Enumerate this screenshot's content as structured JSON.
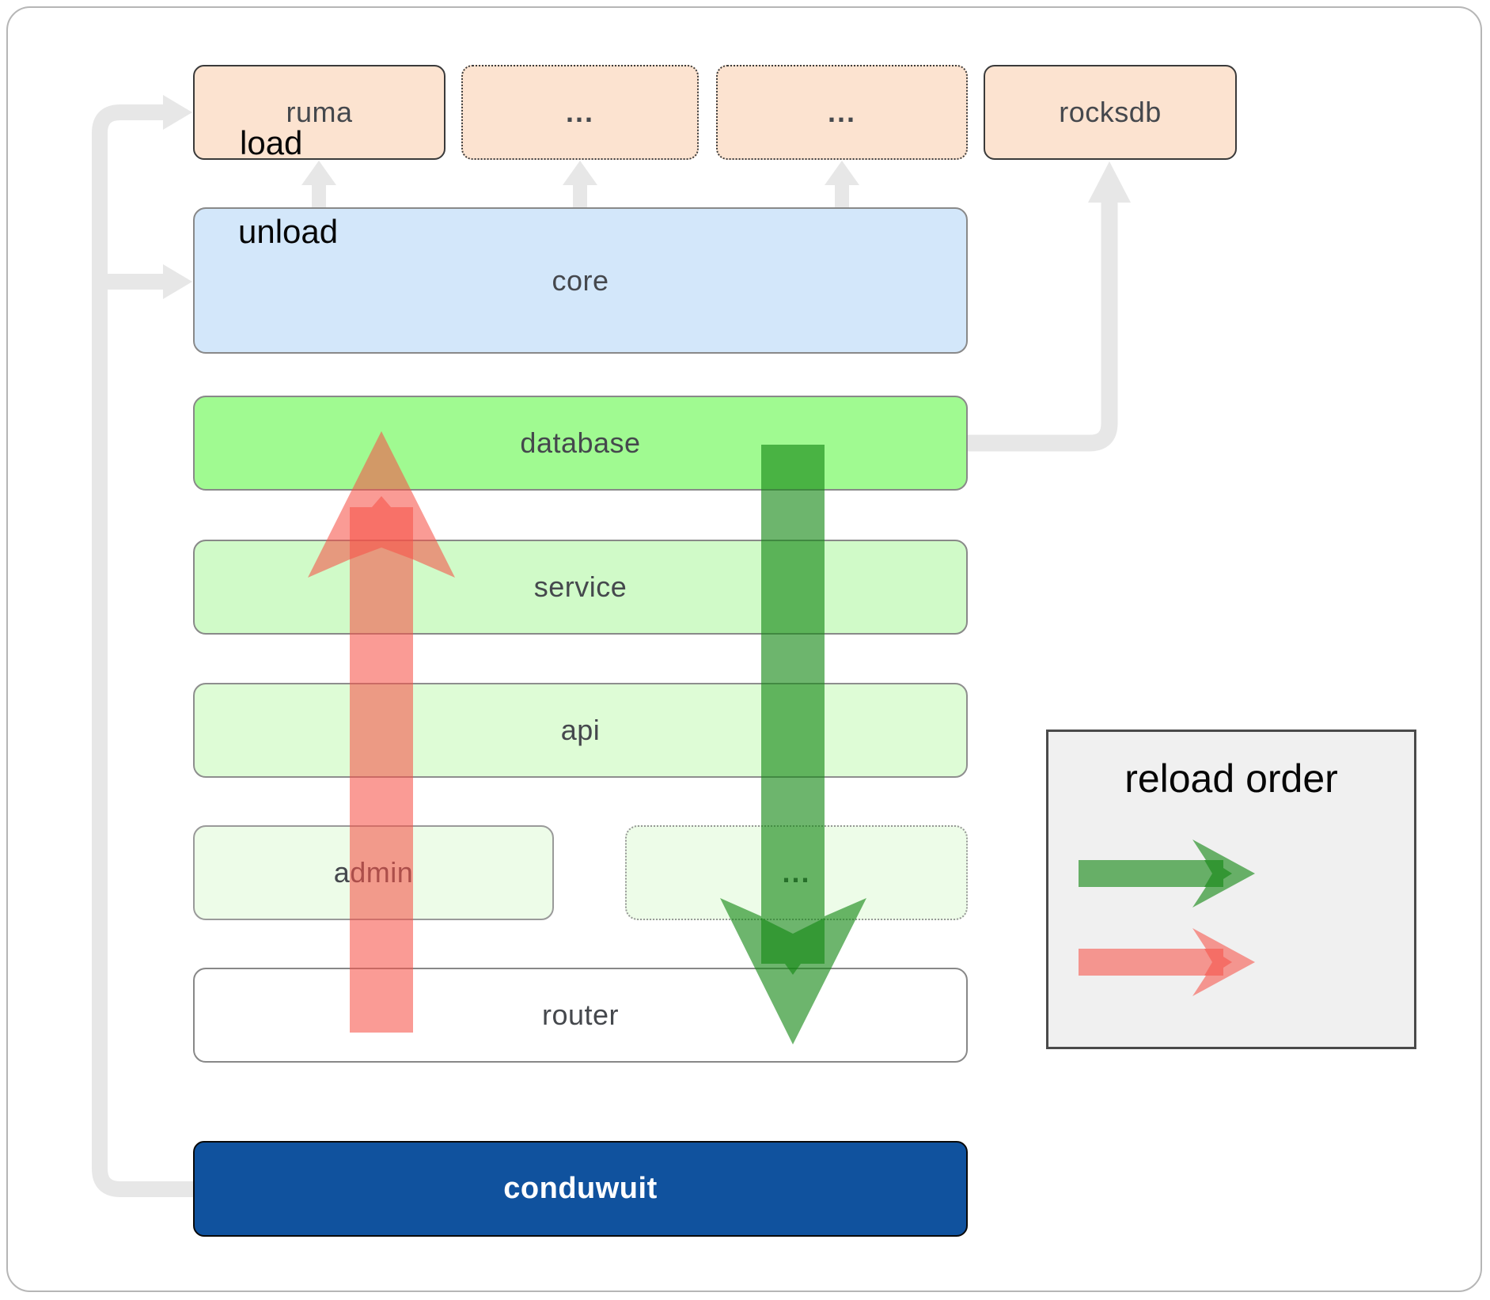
{
  "nodes": {
    "ruma": "ruma",
    "ellipsis_top_1": "...",
    "ellipsis_top_2": "...",
    "rocksdb": "rocksdb",
    "core": "core",
    "database": "database",
    "service": "service",
    "api": "api",
    "admin": "admin",
    "ellipsis_admin": "...",
    "router": "router",
    "conduwuit": "conduwuit"
  },
  "legend": {
    "title": "reload order",
    "load_label": "load",
    "unload_label": "unload"
  },
  "colors": {
    "peach_box": "#fce3d0",
    "core_box": "#d3e7fa",
    "database_box": "#a0fa91",
    "service_box": "#d0fac8",
    "api_box": "#defcd6",
    "admin_box": "#edfce8",
    "conduwuit_box": "#10529e",
    "load_arrow_green": "rgba(20,135,20,0.62)",
    "unload_arrow_red": "rgba(246,82,72,0.58)",
    "connector_gray": "#e7e7e7",
    "legend_background": "#f0f0f0"
  }
}
